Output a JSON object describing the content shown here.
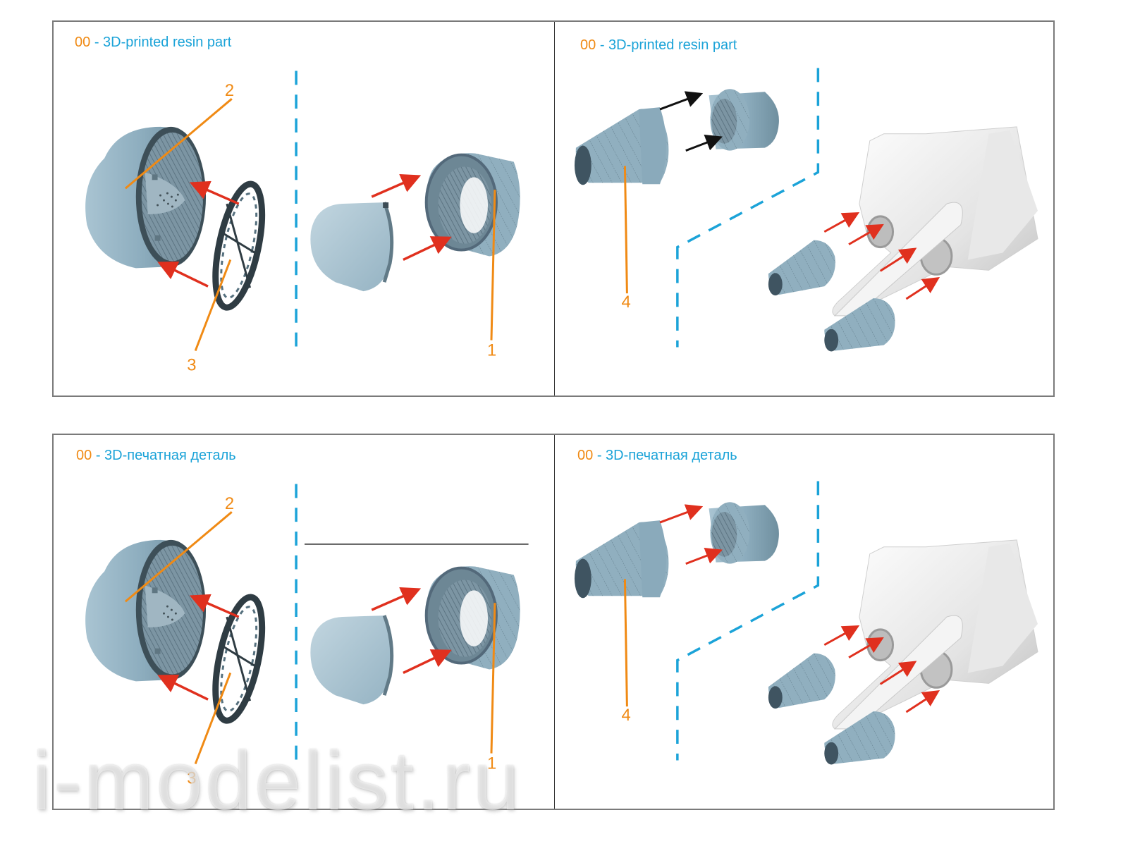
{
  "panels": [
    {
      "id": "top",
      "language": "en",
      "left": {
        "legend": {
          "code": "00",
          "dash": "-",
          "text": "3D-printed resin part"
        },
        "callouts": [
          "2",
          "3",
          "1"
        ]
      },
      "right": {
        "legend": {
          "code": "00",
          "dash": "-",
          "text": "3D-printed resin part"
        },
        "callouts": [
          "4"
        ],
        "arrow_color": "#111111"
      }
    },
    {
      "id": "bottom",
      "language": "ru",
      "left": {
        "legend": {
          "code": "00",
          "dash": "-",
          "text": "3D-печатная деталь"
        },
        "callouts": [
          "2",
          "3",
          "1"
        ]
      },
      "right": {
        "legend": {
          "code": "00",
          "dash": "-",
          "text": "3D-печатная деталь"
        },
        "callouts": [
          "4"
        ],
        "arrow_color": "#e0301e"
      }
    }
  ],
  "watermark": "i-modelist.ru",
  "colors": {
    "part_code": "#f08a14",
    "legend_text": "#1ba3d8",
    "fold_line": "#1ba3d8",
    "assembly_arrow": "#e0301e",
    "callout_line": "#f08a14",
    "resin_part": "#8fb0c0"
  }
}
